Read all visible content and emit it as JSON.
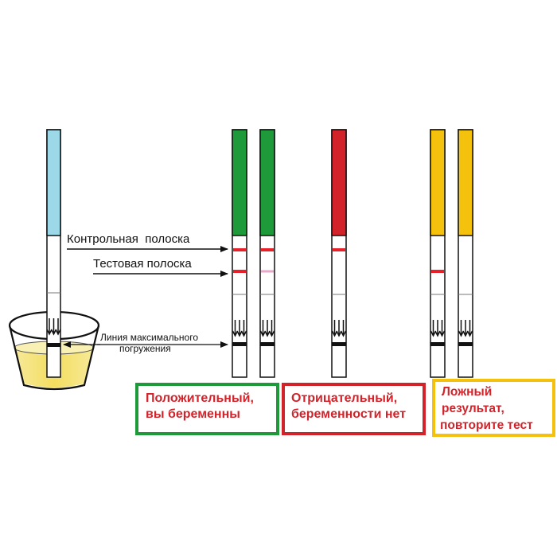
{
  "labels": {
    "control_line": "Контрольная  полоска",
    "test_line": "Тестовая полоска",
    "max_immersion_line1": "Линия максимального",
    "max_immersion_line2": "погружения"
  },
  "results": {
    "positive": {
      "line1": "Положительный,",
      "line2": "вы беременны"
    },
    "negative": {
      "line1": "Отрицательный,",
      "line2": "беременности нет"
    },
    "false": {
      "line1": "Ложный",
      "line2": "результат,",
      "line3": "повторите тест"
    }
  },
  "colors": {
    "dip_strip_top": "#9dd8e8",
    "positive": "#1f9a3a",
    "negative": "#d2232a",
    "false": "#f4c20d",
    "result_line": "#e8202a",
    "faint_line": "#e8a8c8",
    "result_text": "#d2232a",
    "urine": "#f5e27a"
  },
  "strips": [
    {
      "group": "positive",
      "control_line": true,
      "test_line": "strong"
    },
    {
      "group": "positive",
      "control_line": true,
      "test_line": "faint"
    },
    {
      "group": "negative",
      "control_line": true,
      "test_line": "none"
    },
    {
      "group": "false",
      "control_line": false,
      "test_line": "strong"
    },
    {
      "group": "false",
      "control_line": false,
      "test_line": "none"
    }
  ]
}
